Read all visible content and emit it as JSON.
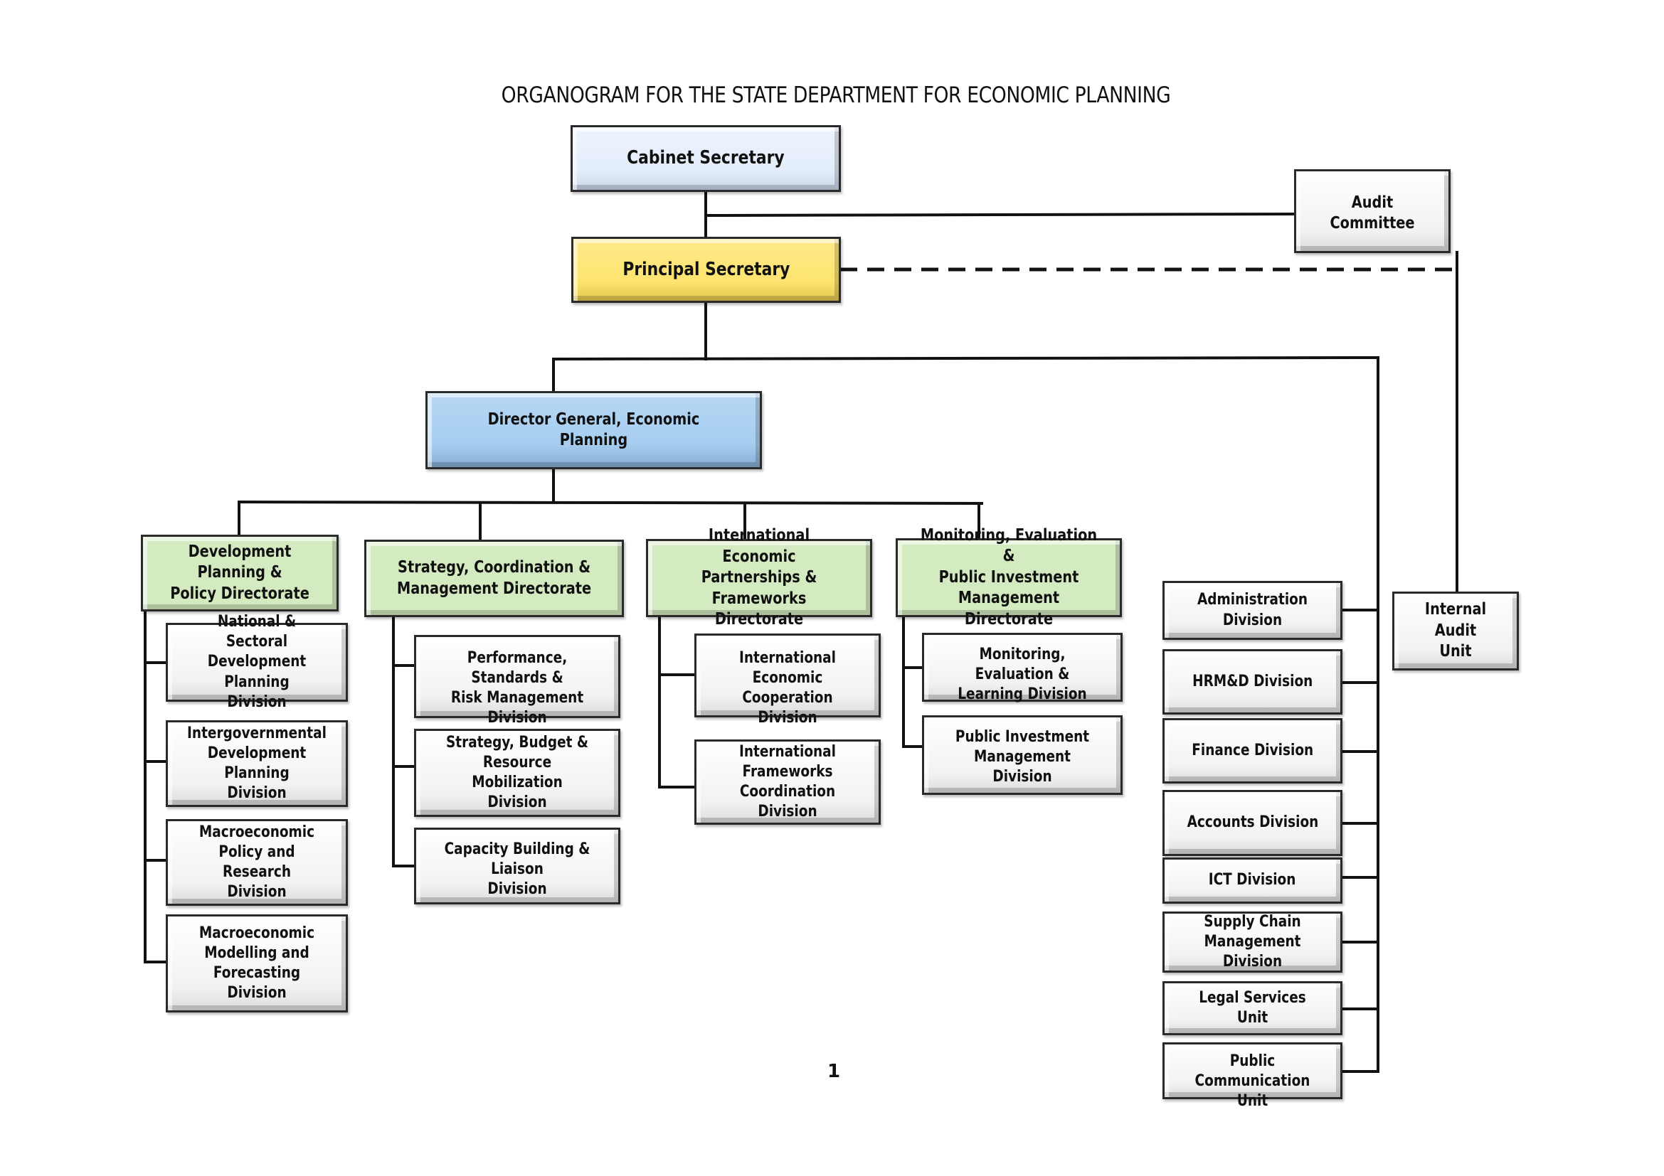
{
  "title": "ORGANOGRAM  FOR THE STATE DEPARTMENT FOR ECONOMIC PLANNING",
  "page_number": "1",
  "colors": {
    "cabinet_secretary": "#e6effc",
    "principal_secretary": "#fde46f",
    "director_general": "#a6cdf0",
    "directorate": "#d4eac0",
    "division": "#ffffff",
    "line": "#111111"
  },
  "top": {
    "cabinet_secretary": "Cabinet Secretary",
    "principal_secretary": "Principal Secretary",
    "audit_committee": "Audit Committee",
    "internal_audit_unit": "Internal Audit\nUnit",
    "director_general": "Director General, Economic Planning"
  },
  "directorates": [
    {
      "name": "Development Planning &\nPolicy Directorate",
      "divisions": [
        "National & Sectoral\nDevelopment Planning\nDivision",
        "Intergovernmental\nDevelopment Planning\nDivision",
        "Macroeconomic\nPolicy and Research\nDivision",
        "Macroeconomic\nModelling and\nForecasting Division"
      ]
    },
    {
      "name": "Strategy, Coordination &\nManagement Directorate",
      "divisions": [
        "Performance, Standards &\nRisk Management Division",
        "Strategy, Budget &\nResource Mobilization\nDivision",
        "Capacity Building & Liaison\nDivision"
      ]
    },
    {
      "name": "International Economic\nPartnerships & Frameworks\nDirectorate",
      "divisions": [
        "International Economic\nCooperation Division",
        "International\nFrameworks\nCoordination Division"
      ]
    },
    {
      "name": "Monitoring, Evaluation &\nPublic Investment\nManagement Directorate",
      "divisions": [
        "Monitoring, Evaluation &\nLearning Division",
        "Public Investment\nManagement Division"
      ]
    }
  ],
  "administrative_units": [
    "Administration Division",
    "HRM&D Division",
    "Finance Division",
    "Accounts Division",
    "ICT Division",
    "Supply Chain\nManagement Division",
    "Legal Services Unit",
    "Public Communication\nUnit"
  ]
}
